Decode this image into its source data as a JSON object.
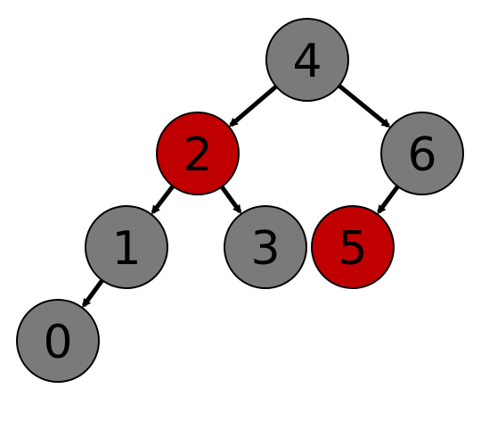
{
  "tree": {
    "colors": {
      "black": "#7a7a7a",
      "red": "#c00000",
      "edge": "#000000",
      "text": "#000000"
    },
    "nodes": [
      {
        "id": "4",
        "label": "4",
        "color": "black"
      },
      {
        "id": "2",
        "label": "2",
        "color": "red"
      },
      {
        "id": "6",
        "label": "6",
        "color": "black"
      },
      {
        "id": "1",
        "label": "1",
        "color": "black"
      },
      {
        "id": "3",
        "label": "3",
        "color": "black"
      },
      {
        "id": "5",
        "label": "5",
        "color": "red"
      },
      {
        "id": "0",
        "label": "0",
        "color": "black"
      }
    ],
    "edges": [
      {
        "from": "4",
        "to": "2"
      },
      {
        "from": "4",
        "to": "6"
      },
      {
        "from": "2",
        "to": "1"
      },
      {
        "from": "2",
        "to": "3"
      },
      {
        "from": "6",
        "to": "5"
      },
      {
        "from": "1",
        "to": "0"
      }
    ]
  }
}
